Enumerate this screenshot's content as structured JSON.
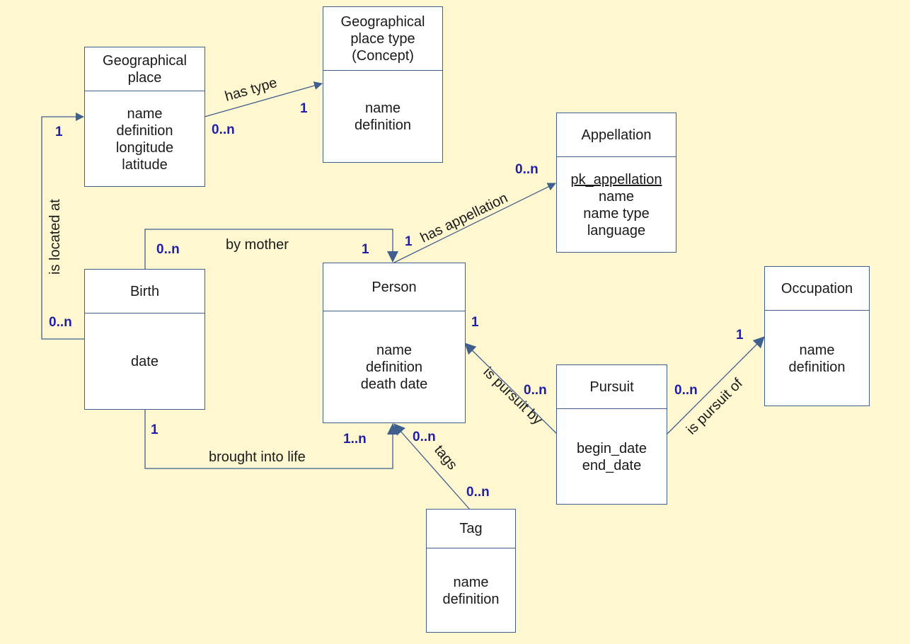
{
  "entities": {
    "geo_place": {
      "title": [
        "Geographical",
        "place"
      ],
      "attributes": [
        "name",
        "definition",
        "longitude",
        "latitude"
      ]
    },
    "geo_place_type": {
      "title": [
        "Geographical",
        "place type",
        "(Concept)"
      ],
      "attributes": [
        "name",
        "definition"
      ]
    },
    "appellation": {
      "title": [
        "Appellation"
      ],
      "primary_key": "pk_appellation",
      "attributes": [
        "name",
        "name type",
        "language"
      ]
    },
    "birth": {
      "title": [
        "Birth"
      ],
      "attributes": [
        "date"
      ]
    },
    "person": {
      "title": [
        "Person"
      ],
      "attributes": [
        "name",
        "definition",
        "death date"
      ]
    },
    "occupation": {
      "title": [
        "Occupation"
      ],
      "attributes": [
        "name",
        "definition"
      ]
    },
    "pursuit": {
      "title": [
        "Pursuit"
      ],
      "attributes": [
        "begin_date",
        "end_date"
      ]
    },
    "tag": {
      "title": [
        "Tag"
      ],
      "attributes": [
        "name",
        "definition"
      ]
    }
  },
  "relationships": {
    "has_type": {
      "label": "has type",
      "from_card": "0..n",
      "to_card": "1"
    },
    "is_located_at": {
      "label": "is located at",
      "from_card": "0..n",
      "to_card": "1"
    },
    "by_mother": {
      "label": "by mother",
      "from_card": "0..n",
      "to_card": "1"
    },
    "has_appellation": {
      "label": "has appellation",
      "from_card": "1",
      "to_card": "0..n"
    },
    "brought_into_life": {
      "label": "brought into life",
      "from_card": "1",
      "to_card": "1..n"
    },
    "is_pursuit_by": {
      "label": "is pursuit by",
      "from_card": "0..n",
      "to_card": "1"
    },
    "is_pursuit_of": {
      "label": "is pursuit of",
      "from_card": "0..n",
      "to_card": "1"
    },
    "tags": {
      "label": "tags",
      "from_card": "0..n",
      "to_card": "0..n"
    }
  },
  "colors": {
    "background": "#fff7d0",
    "line": "#3f5f8f",
    "cardinality": "#1f1fa8",
    "box": "#ffffff"
  }
}
